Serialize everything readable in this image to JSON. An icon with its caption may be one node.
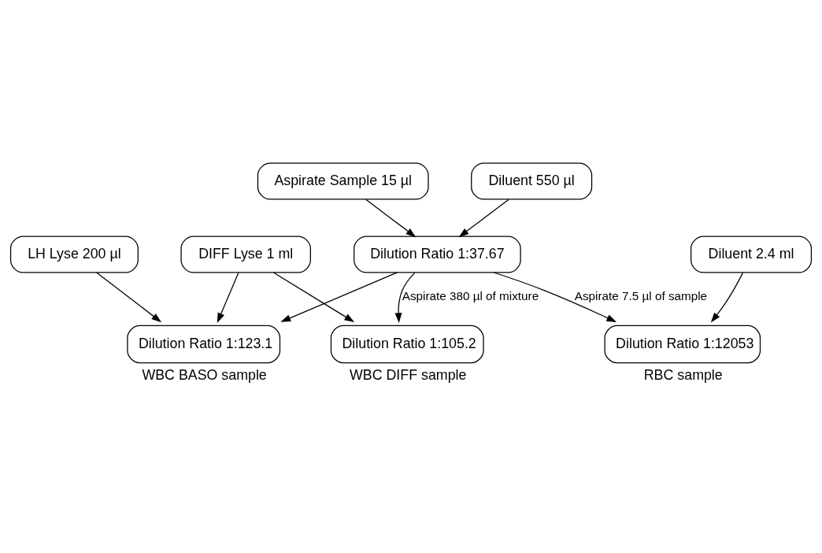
{
  "diagram": {
    "nodes": [
      {
        "text": [
          "Aspirate Sample 15 µl"
        ]
      },
      {
        "text": [
          "Diluent 550 µl"
        ]
      },
      {
        "text": [
          "Dilution Ratio 1:37.67"
        ]
      },
      {
        "text": [
          "DIFF Lyse 1 ml"
        ]
      },
      {
        "text": [
          "LH Lyse 200 µl"
        ]
      },
      {
        "text": [
          "Diluent 2.4 ml"
        ]
      },
      {
        "text": [
          "Dilution Ratio 1:105.2"
        ],
        "beside": [
          "WBC DIFF sample"
        ]
      },
      {
        "text": [
          "Dilution Ratio 1:123.1"
        ],
        "beside": [
          "WBC BASO sample"
        ]
      },
      {
        "text": [
          "Dilution Ratio 1:12053"
        ],
        "beside": [
          "RBC sample"
        ]
      }
    ],
    "edges": [
      {
        "from": 0,
        "to": 2,
        "arrow": "to"
      },
      {
        "from": 1,
        "to": 2,
        "arrow": "to"
      },
      {
        "from": 2,
        "to": 8,
        "arrow": "to",
        "label": "Aspirate 7.5 µl of sample"
      },
      {
        "from": 2,
        "to": 6,
        "arrow": "to",
        "label": "Aspirate 380 µl of mixture"
      },
      {
        "from": 3,
        "to": 6,
        "arrow": "to"
      },
      {
        "from": 2,
        "to": 7,
        "arrow": "to"
      },
      {
        "from": 3,
        "to": 7,
        "arrow": "to"
      },
      {
        "from": 4,
        "to": 7,
        "arrow": "to"
      },
      {
        "from": 5,
        "to": 8,
        "arrow": "to"
      }
    ]
  }
}
